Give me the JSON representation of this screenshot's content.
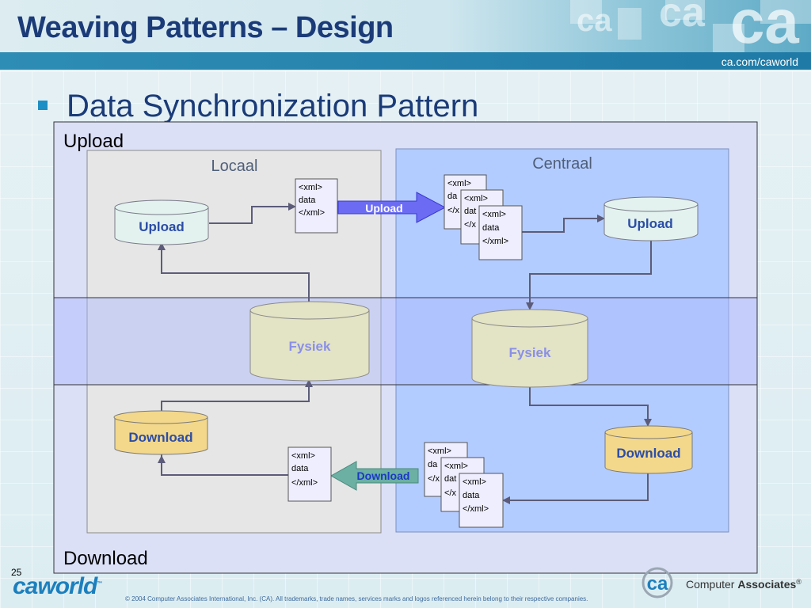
{
  "header": {
    "title": "Weaving Patterns – Design",
    "url": "ca.com/caworld",
    "watermark": "ca"
  },
  "bullet": {
    "text": "Data Synchronization Pattern"
  },
  "diagram": {
    "band_upload_label": "Upload",
    "band_download_label": "Download",
    "local_title": "Locaal",
    "central_title": "Centraal",
    "local_upload_db": "Upload",
    "local_fysiek_db": "Fysiek",
    "local_download_db": "Download",
    "central_upload_db": "Upload",
    "central_fysiek_db": "Fysiek",
    "central_download_db": "Download",
    "upload_arrow_label": "Upload",
    "download_arrow_label": "Download",
    "xml_lines": [
      "<xml>",
      "data",
      "</xml>"
    ],
    "xml_clipped_mid": "da",
    "xml_clipped_end": "</x",
    "xml_clipped_mid_2": "dat",
    "xml_clipped_end_2": "</x"
  },
  "footer": {
    "slide_number": "25",
    "logo_caworld": "caworld",
    "logo_tm": "™",
    "copyright": "© 2004 Computer Associates International, Inc. (CA). All trademarks, trade names, services marks and logos referenced herein belong to their respective companies.",
    "logo_ca": "ca",
    "company_name_part1": "Computer ",
    "company_name_part2": "Associates",
    "company_reg": "®"
  },
  "colors": {
    "title_blue": "#1b3b78",
    "header_bar": "#2080aa",
    "db_upload_fill": "#e3f2ee",
    "db_fysiek_fill": "#e3e3c5",
    "db_download_fill": "#f3d88c",
    "upload_arrow": "#6b6bf4",
    "download_arrow": "#6bb0a3",
    "local_zone": "#e6e6e6",
    "central_zone": "#b3ccff"
  }
}
